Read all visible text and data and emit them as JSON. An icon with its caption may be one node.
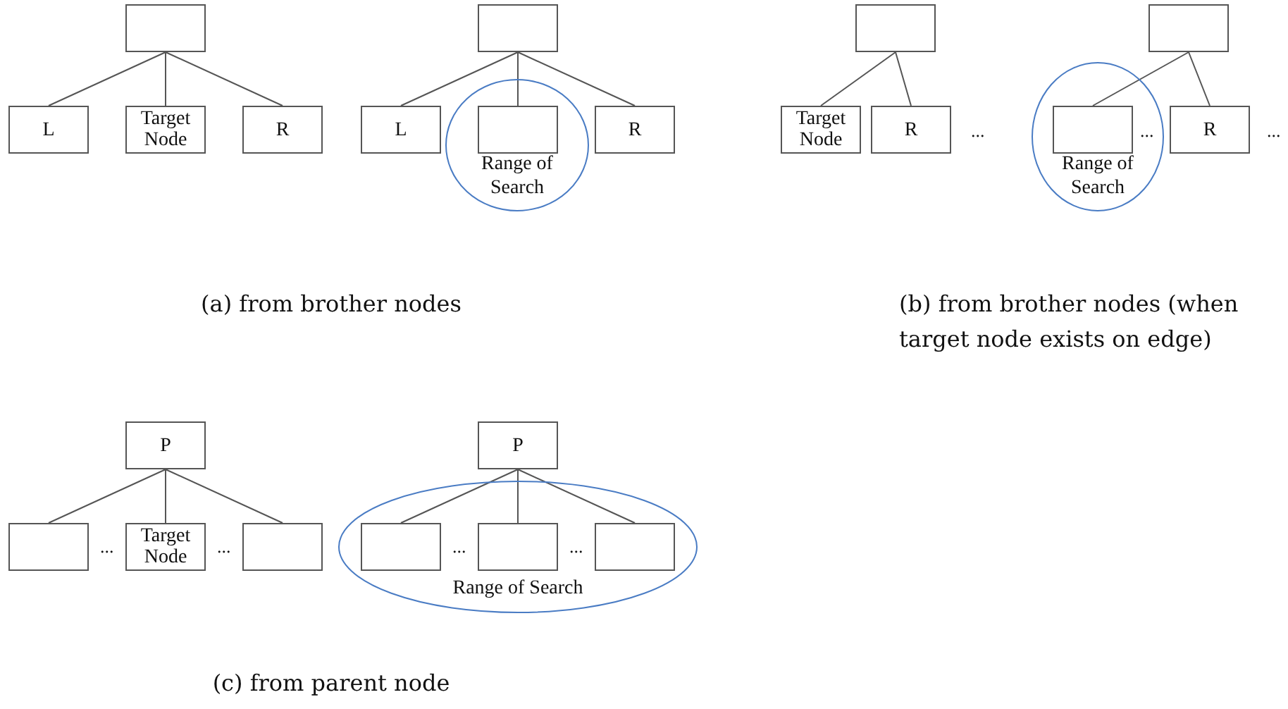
{
  "diagram": {
    "nodes": [
      {
        "text": [],
        "shape": "box"
      },
      {
        "text": [
          "L"
        ]
      },
      {
        "text": [
          "Target Node"
        ]
      },
      {
        "text": [
          "R"
        ]
      },
      {
        "text": [],
        "shape": "box"
      },
      {
        "text": [
          "L"
        ]
      },
      {
        "text": [
          "Range of Search"
        ]
      },
      {
        "text": [],
        "shape": "box",
        "in": 6
      },
      {
        "text": [
          "R"
        ]
      },
      {
        "text": [],
        "shape": "box"
      },
      {
        "text": [
          "Target Node"
        ]
      },
      {
        "text": [
          "R"
        ]
      },
      {
        "text": [],
        "shape": "box"
      },
      {
        "text": [
          "Range of Search"
        ]
      },
      {
        "text": [],
        "shape": "box",
        "in": 13
      },
      {
        "text": [
          "R"
        ]
      },
      {
        "text": [
          "P"
        ]
      },
      {
        "text": [],
        "shape": "box"
      },
      {
        "text": [
          "Target Node"
        ]
      },
      {
        "text": [],
        "shape": "box"
      },
      {
        "text": [
          "P"
        ]
      },
      {
        "text": [
          "Range of Search"
        ]
      },
      {
        "text": [],
        "shape": "box",
        "in": 21
      },
      {
        "text": [],
        "shape": "box",
        "in": 21
      },
      {
        "text": [],
        "shape": "box",
        "in": 21
      }
    ],
    "edges": [
      {
        "from": 0,
        "to": 1,
        "arrow": "none"
      },
      {
        "from": 0,
        "to": 2,
        "arrow": "none"
      },
      {
        "from": 0,
        "to": 3,
        "arrow": "none"
      },
      {
        "from": 4,
        "to": 5,
        "arrow": "none"
      },
      {
        "from": 4,
        "to": 7,
        "arrow": "none"
      },
      {
        "from": 4,
        "to": 8,
        "arrow": "none"
      },
      {
        "from": 9,
        "to": 10,
        "arrow": "none"
      },
      {
        "from": 9,
        "to": 11,
        "arrow": "none"
      },
      {
        "from": 12,
        "to": 14,
        "arrow": "none"
      },
      {
        "from": 12,
        "to": 15,
        "arrow": "none"
      },
      {
        "from": 16,
        "to": 17,
        "arrow": "none"
      },
      {
        "from": 16,
        "to": 18,
        "arrow": "none"
      },
      {
        "from": 16,
        "to": 19,
        "arrow": "none"
      },
      {
        "from": 20,
        "to": 22,
        "arrow": "none"
      },
      {
        "from": 20,
        "to": 23,
        "arrow": "none"
      },
      {
        "from": 20,
        "to": 24,
        "arrow": "none"
      }
    ],
    "labels": [
      "...",
      "...",
      "...",
      "(a) from brother nodes",
      "(b) from brother nodes (when target node exists on edge)",
      "...",
      "...",
      "...",
      "...",
      "(c) from parent node"
    ]
  }
}
